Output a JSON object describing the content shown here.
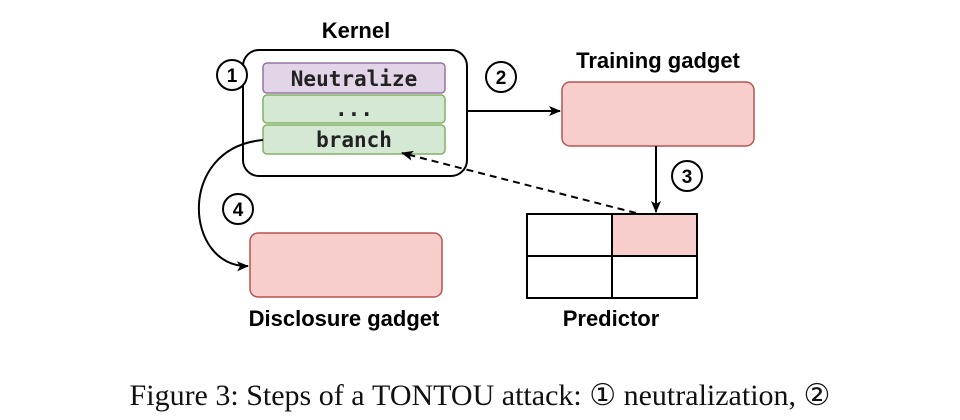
{
  "kernel": {
    "title": "Kernel",
    "rows": [
      "Neutralize",
      "...",
      "branch"
    ]
  },
  "training_gadget": {
    "title": "Training gadget"
  },
  "disclosure_gadget": {
    "title": "Disclosure gadget"
  },
  "predictor": {
    "title": "Predictor"
  },
  "steps": [
    "1",
    "2",
    "3",
    "4"
  ],
  "caption": {
    "prefix": "Figure 3: Steps of a ",
    "name": "TONTOU",
    "suffix": " attack: ① neutralization, ②"
  },
  "colors": {
    "neutralize_fill": "#e1d5e7",
    "neutralize_stroke": "#9673a6",
    "kernel_row_fill": "#d5e8d4",
    "kernel_row_stroke": "#82b366",
    "gadget_fill": "#f8cecc",
    "gadget_stroke": "#b85450"
  }
}
